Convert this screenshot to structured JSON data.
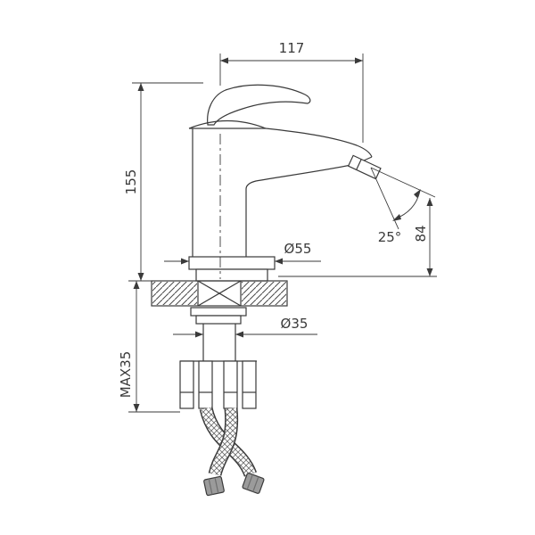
{
  "drawing": {
    "type": "technical-drawing",
    "subject": "single-handle basin faucet, front elevation with mounting hardware and flexible supply hoses",
    "dimensions": {
      "spout_reach": "117",
      "body_height": "155",
      "base_diameter": "Ø55",
      "spout_angle": "25°",
      "outlet_height": "84",
      "hole_diameter": "Ø35",
      "max_mount_thickness": "MAX35"
    },
    "colors": {
      "line": "#3a3a3a",
      "background": "#ffffff",
      "hose_nut_fill": "#9b9b9b"
    }
  }
}
